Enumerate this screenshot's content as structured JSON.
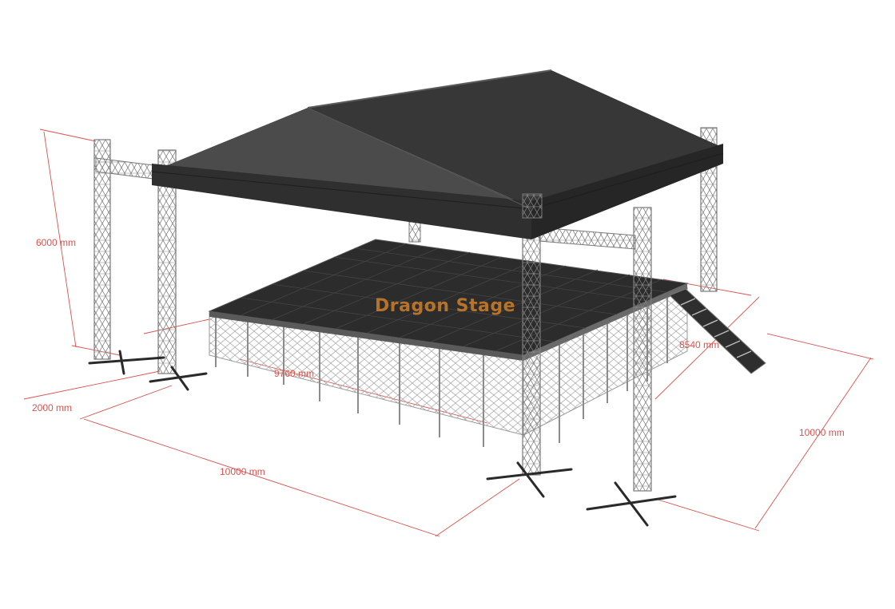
{
  "brand": {
    "text": "Dragon Stage",
    "color": "#b8732a"
  },
  "dimensions": {
    "height": "6000 mm",
    "front_overhang": "2000 mm",
    "stage_width": "9760 mm",
    "stage_depth": "8540 mm",
    "roof_width": "10000 mm",
    "roof_depth": "10000 mm"
  },
  "colors": {
    "dimension_line": "#d9534f",
    "roof_dark": "#3a3a3a",
    "roof_light": "#4a4a4a",
    "deck": "#2b2b2b",
    "truss": "#8a8a8a"
  }
}
